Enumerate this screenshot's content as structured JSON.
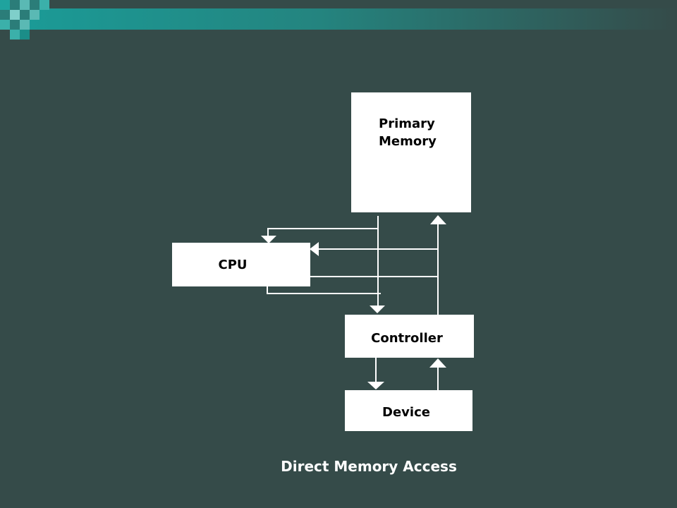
{
  "slide": {
    "colors": {
      "background": "#354b49",
      "accent_teal": "#1b9a96",
      "box_fill": "#ffffff",
      "line": "#ffffff"
    },
    "diagram": {
      "primary_memory": {
        "line1": "Primary",
        "line2": "Memory"
      },
      "cpu": {
        "label": "CPU"
      },
      "controller": {
        "label": "Controller"
      },
      "device": {
        "label": "Device"
      }
    },
    "caption": "Direct Memory Access"
  }
}
